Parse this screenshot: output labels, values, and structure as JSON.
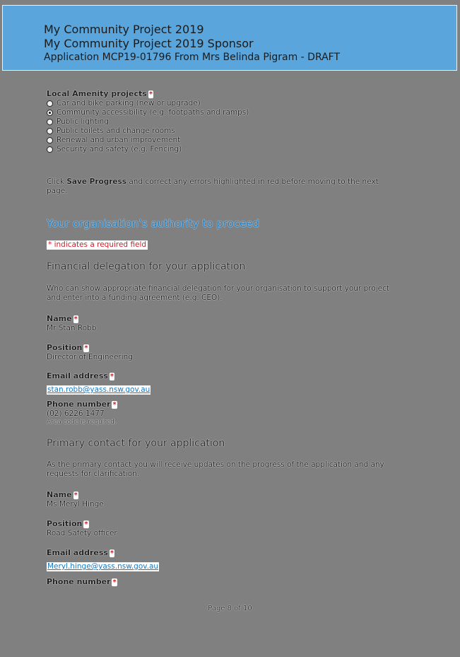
{
  "header": {
    "title": "My Community Project 2019",
    "subtitle": "My Community Project 2019 Sponsor",
    "application_line": "Application MCP19-01796 From Mrs Belinda Pigram -  DRAFT",
    "background_color": "#5aa6dc"
  },
  "local_amenity": {
    "label": "Local Amenity projects",
    "required_marker": "*",
    "options": [
      {
        "label": "Car and bike parking (new or upgrade)",
        "checked": false
      },
      {
        "label": "Community accessibility (e.g. footpaths and ramps)",
        "checked": true
      },
      {
        "label": "Public lighting",
        "checked": false
      },
      {
        "label": "Public toilets and change rooms",
        "checked": false
      },
      {
        "label": "Renewal and urban improvement",
        "checked": false
      },
      {
        "label": "Security and safety (e.g. Fencing)",
        "checked": false
      }
    ]
  },
  "instruction": {
    "prefix": "Click ",
    "bold": "Save Progress",
    "suffix": " and correct any errors highlighted in red before moving to the next page."
  },
  "section": {
    "title": "Your organisation’s authority to proceed",
    "required_note": "* indicates a required field",
    "title_color": "#1a76b8",
    "required_color": "#c8202a"
  },
  "financial_delegation": {
    "title": "Financial delegation for your application",
    "description": "Who can show appropriate financial delegation for your organisation to support your project and enter into a funding agreement (e.g. CEO).",
    "fields": {
      "name": {
        "label": "Name",
        "value": "Mr  Stan  Robb"
      },
      "position": {
        "label": "Position",
        "value": "Director of Engineering"
      },
      "email": {
        "label": "Email address",
        "value": "stan.robb@yass.nsw.gov.au"
      },
      "phone": {
        "label": "Phone number",
        "value": "(02) 6226 1477",
        "hint": "Area code is required."
      }
    }
  },
  "primary_contact": {
    "title": "Primary contact for your application",
    "description": "As the primary contact you will receive updates on the progress of the application and any requests for clarification.",
    "fields": {
      "name": {
        "label": "Name",
        "value": "Ms  Meryl  Hinge"
      },
      "position": {
        "label": "Position",
        "value": "Road Safety officer"
      },
      "email": {
        "label": "Email address",
        "value": "Meryl.hinge@yass.nsw.gov.au"
      },
      "phone": {
        "label": "Phone number"
      }
    }
  },
  "required_marker": "*",
  "footer": {
    "page_label": "Page 8 of 10"
  }
}
